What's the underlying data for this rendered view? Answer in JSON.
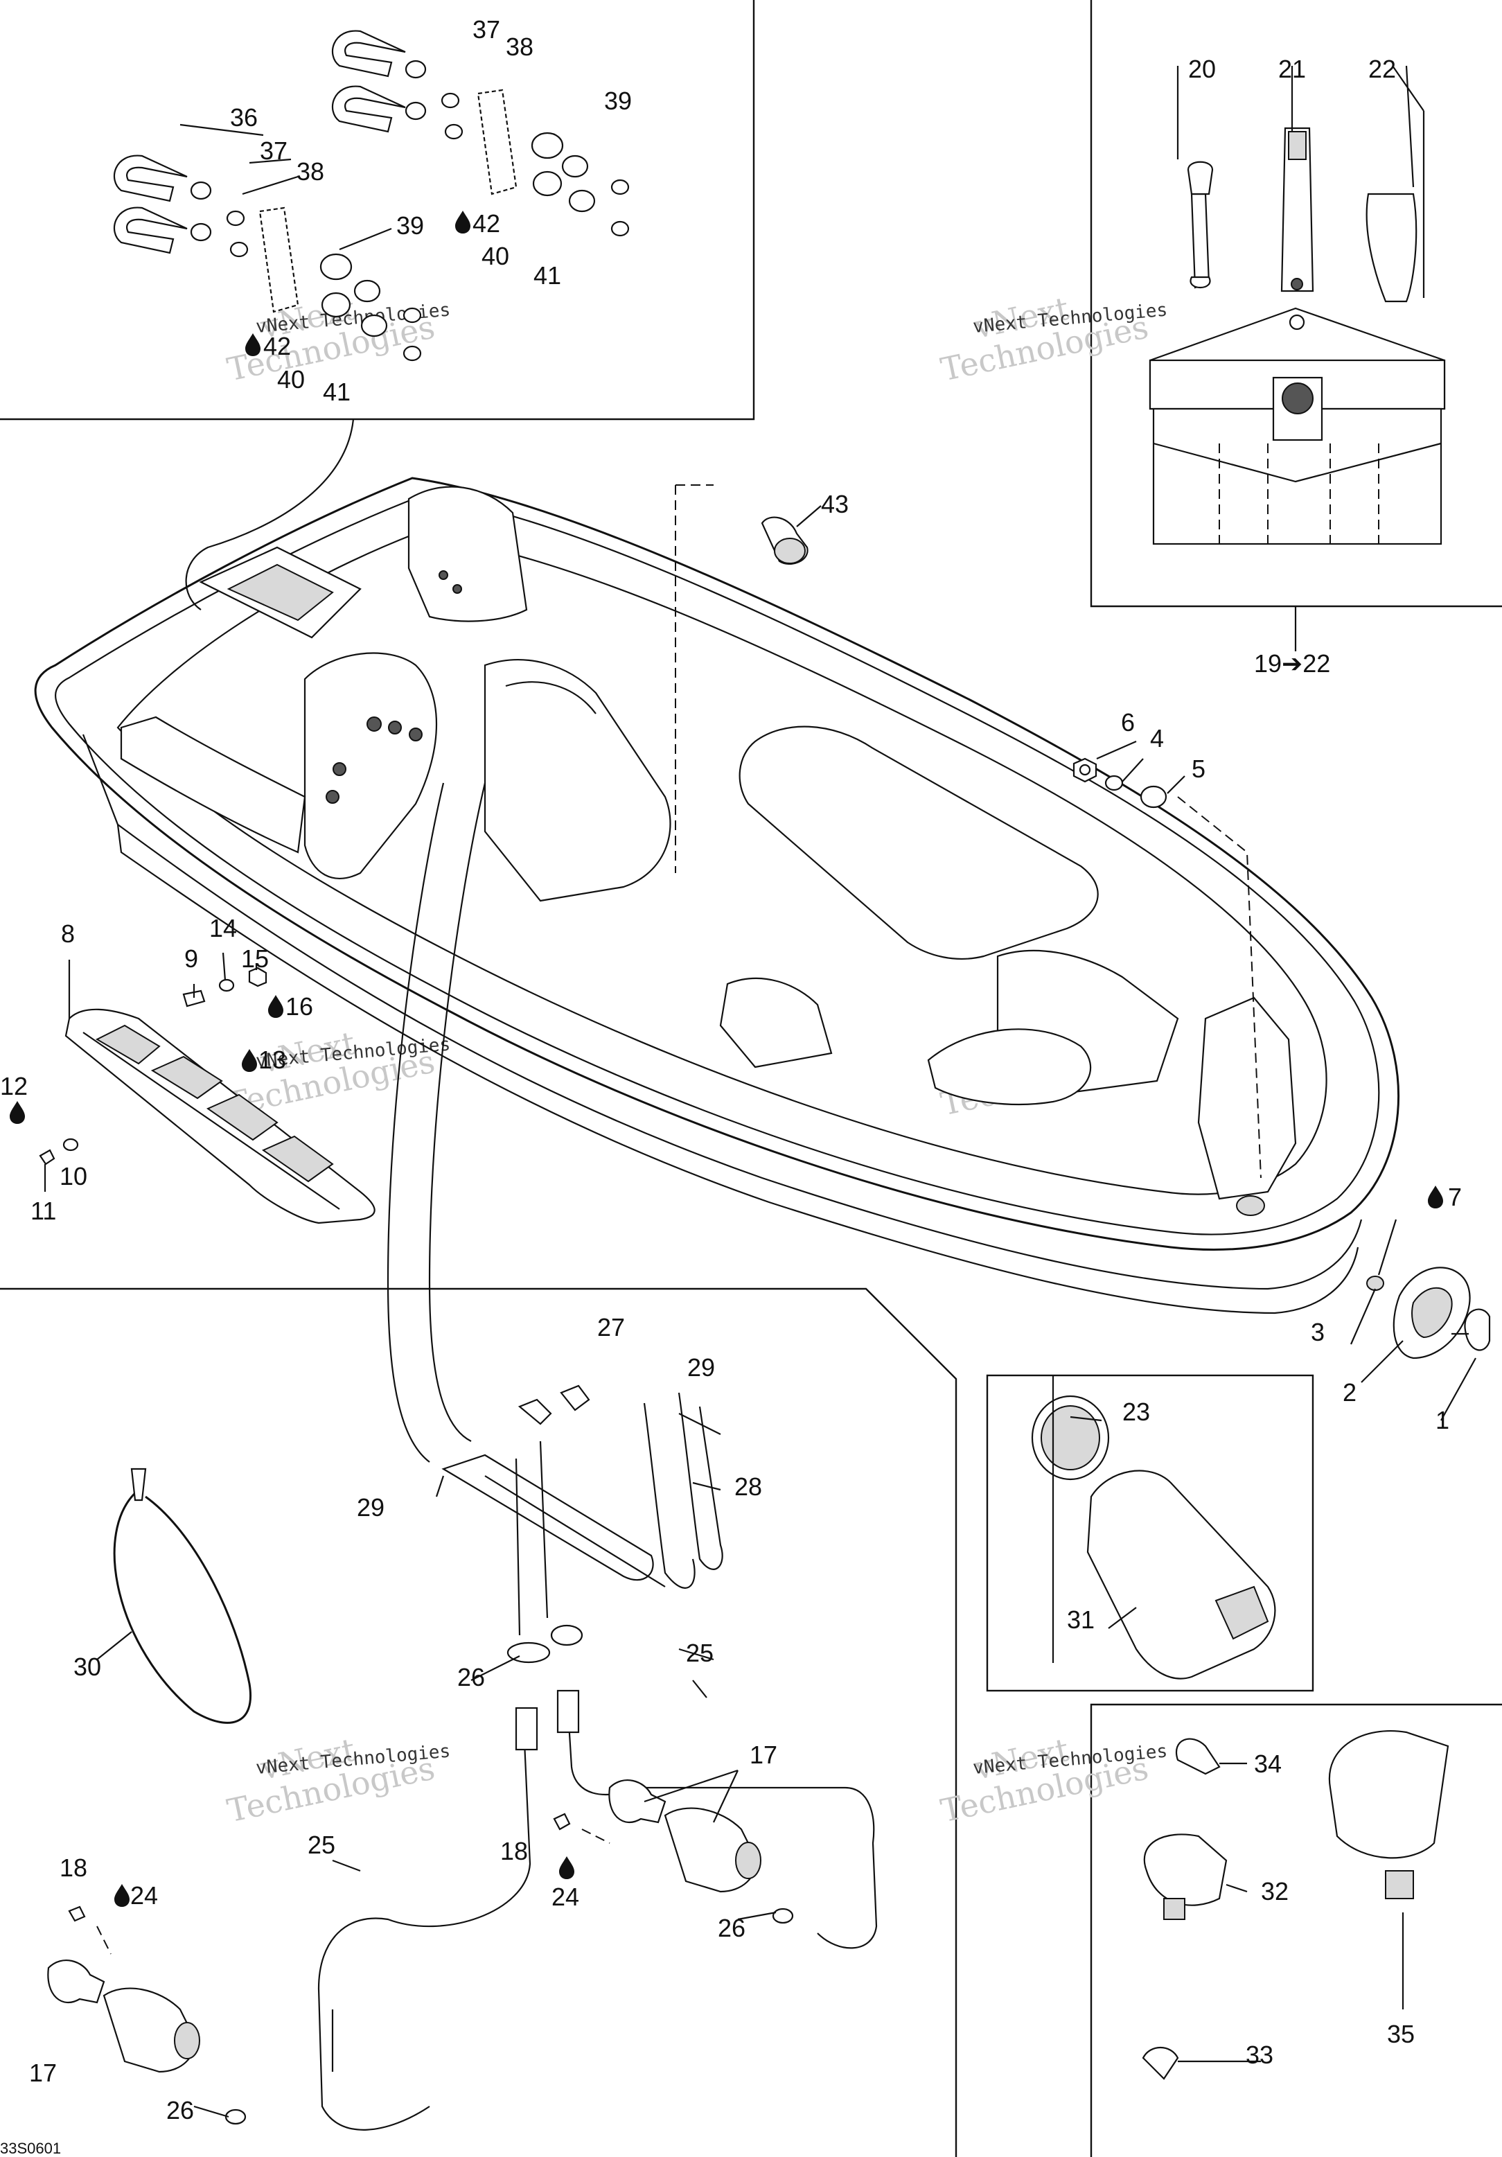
{
  "diagram_code": "33S0601",
  "watermark": {
    "small": "vNext Technologies",
    "large_line1": "vNext",
    "large_line2": "Technologies"
  },
  "callouts": {
    "c1": "1",
    "c2": "2",
    "c3": "3",
    "c4": "4",
    "c5": "5",
    "c6": "6",
    "c7": "7",
    "c8": "8",
    "c9": "9",
    "c10": "10",
    "c11": "11",
    "c12": "12",
    "c13": "13",
    "c14": "14",
    "c15": "15",
    "c16": "16",
    "c17": "17",
    "c18": "18",
    "c19_22": "19➔22",
    "c20": "20",
    "c21": "21",
    "c22": "22",
    "c23": "23",
    "c24": "24",
    "c25": "25",
    "c26": "26",
    "c27": "27",
    "c28": "28",
    "c29": "29",
    "c30": "30",
    "c31": "31",
    "c32": "32",
    "c33": "33",
    "c34": "34",
    "c35": "35",
    "c36": "36",
    "c37": "37",
    "c38": "38",
    "c39": "39",
    "c40": "40",
    "c41": "41",
    "c42": "42",
    "c43": "43"
  },
  "icons": {
    "fluid_drop": "fluid-drop-icon"
  }
}
